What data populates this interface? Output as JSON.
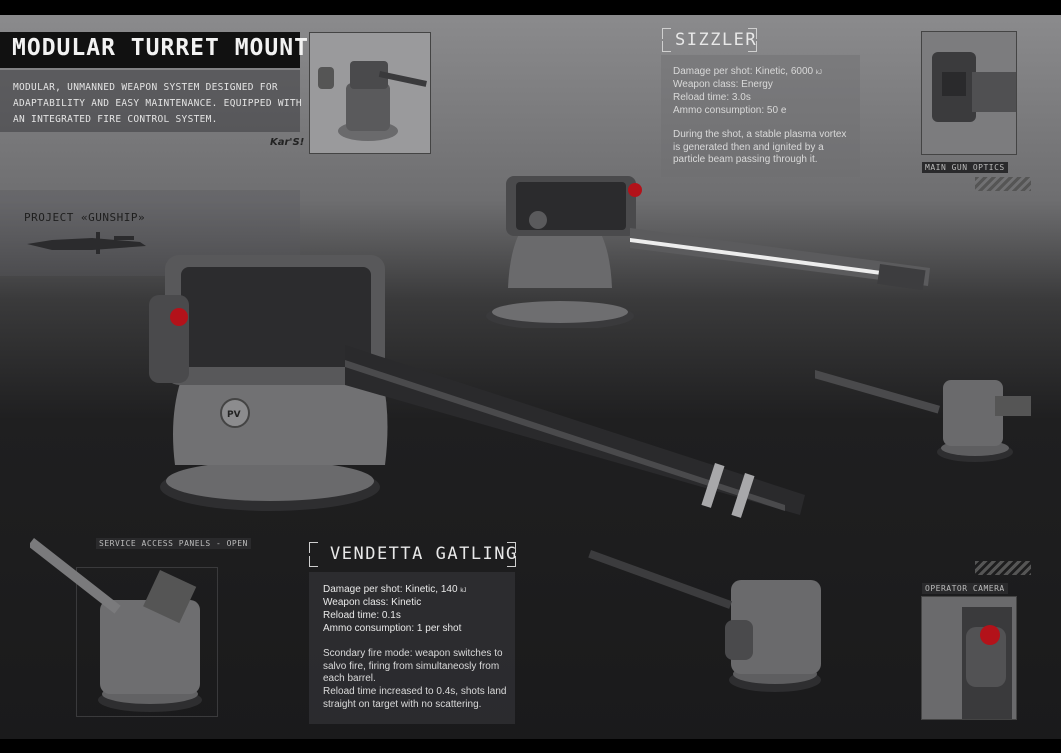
{
  "header": {
    "title": "MODULAR TURRET MOUNT",
    "description": "MODULAR, UNMANNED WEAPON SYSTEM DESIGNED FOR ADAPTABILITY AND EASY MAINTENANCE. EQUIPPED WITH AN INTEGRATED FIRE CONTROL SYSTEM.",
    "logo_text": "Kar'S!"
  },
  "project": {
    "label": "PROJECT «GUNSHIP»"
  },
  "sizzler": {
    "title": "SIZZLER",
    "stats": [
      {
        "text": "Damage per shot: Kinetic, 6000",
        "unit": "kJ"
      },
      {
        "text": "Weapon class: Energy",
        "unit": ""
      },
      {
        "text": "Reload time: 3.0s",
        "unit": ""
      },
      {
        "text": "Ammo consumption: 50 e",
        "unit": ""
      }
    ],
    "note": "During the shot, a stable plasma vortex is generated then and ignited by a particle beam passing through it."
  },
  "vendetta": {
    "title": "VENDETTA GATLING",
    "stats": [
      {
        "text": "Damage per shot: Kinetic, 140",
        "unit": "kJ"
      },
      {
        "text": "Weapon class: Kinetic",
        "unit": ""
      },
      {
        "text": "Reload time: 0.1s",
        "unit": ""
      },
      {
        "text": "Ammo consumption: 1 per shot",
        "unit": ""
      }
    ],
    "notes": [
      "Scondary fire mode: weapon switches to salvo fire, firing from simultaneosly from each barrel.",
      "Reload time increased to 0.4s, shots land straight on target with no scattering."
    ]
  },
  "captions": {
    "main_gun_optics": "MAIN GUN OPTICS",
    "service_access": "SERVICE ACCESS PANELS - OPEN",
    "operator_camera": "OPERATOR CAMERA"
  },
  "badges": {
    "turret_marking": "PV"
  },
  "colors": {
    "background_top": "#8d8d8f",
    "background_bottom": "#1a1a1b",
    "sensor_red": "#b3121a"
  }
}
